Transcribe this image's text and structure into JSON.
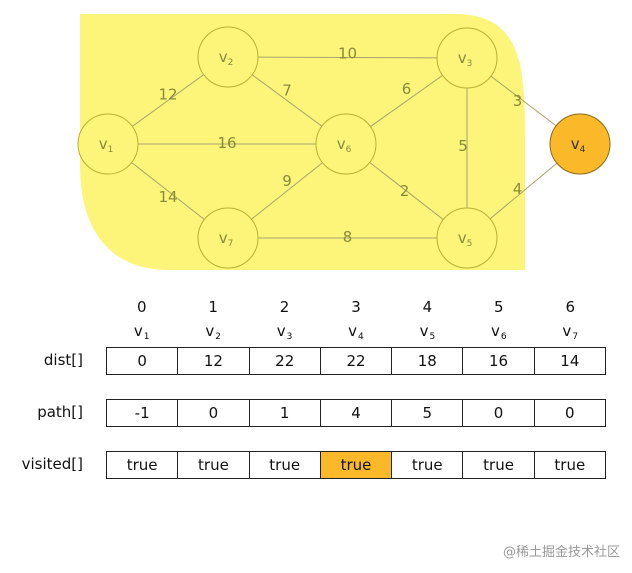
{
  "colors": {
    "region_fill": "#fdf579",
    "node_fill": "#fdf579",
    "node_stroke": "#b9ae33",
    "edge_stroke": "#a8a36a",
    "label_color": "#8a8a3c",
    "highlight_node_fill": "#fbb829",
    "highlight_node_stroke": "#8a6a1a",
    "highlight_cell": "#fbb829"
  },
  "graph": {
    "nodes": [
      {
        "id": "v1",
        "base": "v",
        "sub": "1",
        "highlight": false
      },
      {
        "id": "v2",
        "base": "v",
        "sub": "2",
        "highlight": false
      },
      {
        "id": "v3",
        "base": "v",
        "sub": "3",
        "highlight": false
      },
      {
        "id": "v4",
        "base": "v",
        "sub": "4",
        "highlight": true
      },
      {
        "id": "v5",
        "base": "v",
        "sub": "5",
        "highlight": false
      },
      {
        "id": "v6",
        "base": "v",
        "sub": "6",
        "highlight": false
      },
      {
        "id": "v7",
        "base": "v",
        "sub": "7",
        "highlight": false
      }
    ],
    "edges": [
      {
        "from": "v1",
        "to": "v2",
        "weight": "12"
      },
      {
        "from": "v2",
        "to": "v3",
        "weight": "10"
      },
      {
        "from": "v2",
        "to": "v6",
        "weight": "7"
      },
      {
        "from": "v1",
        "to": "v6",
        "weight": "16"
      },
      {
        "from": "v1",
        "to": "v7",
        "weight": "14"
      },
      {
        "from": "v7",
        "to": "v6",
        "weight": "9"
      },
      {
        "from": "v6",
        "to": "v3",
        "weight": "6"
      },
      {
        "from": "v6",
        "to": "v5",
        "weight": "2"
      },
      {
        "from": "v3",
        "to": "v5",
        "weight": "5"
      },
      {
        "from": "v7",
        "to": "v5",
        "weight": "8"
      },
      {
        "from": "v3",
        "to": "v4",
        "weight": "3"
      },
      {
        "from": "v5",
        "to": "v4",
        "weight": "4"
      }
    ]
  },
  "table": {
    "indices": [
      "0",
      "1",
      "2",
      "3",
      "4",
      "5",
      "6"
    ],
    "vertex_names": [
      {
        "base": "v",
        "sub": "1"
      },
      {
        "base": "v",
        "sub": "2"
      },
      {
        "base": "v",
        "sub": "3"
      },
      {
        "base": "v",
        "sub": "4"
      },
      {
        "base": "v",
        "sub": "5"
      },
      {
        "base": "v",
        "sub": "6"
      },
      {
        "base": "v",
        "sub": "7"
      }
    ],
    "rows": [
      {
        "key": "dist",
        "label": "dist[]",
        "values": [
          "0",
          "12",
          "22",
          "22",
          "18",
          "16",
          "14"
        ],
        "highlight_index": -1
      },
      {
        "key": "path",
        "label": "path[]",
        "values": [
          "-1",
          "0",
          "1",
          "4",
          "5",
          "0",
          "0"
        ],
        "highlight_index": -1
      },
      {
        "key": "visited",
        "label": "visited[]",
        "values": [
          "true",
          "true",
          "true",
          "true",
          "true",
          "true",
          "true"
        ],
        "highlight_index": 3
      }
    ]
  },
  "watermark": "@稀土掘金技术社区"
}
